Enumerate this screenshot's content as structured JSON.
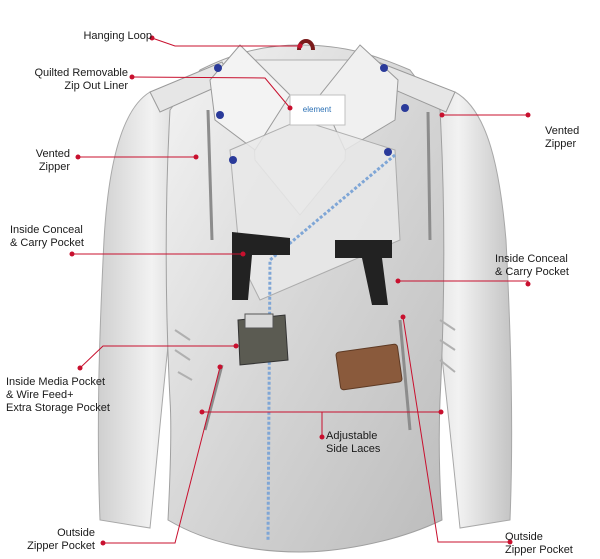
{
  "callouts": {
    "hanging_loop": {
      "lines": [
        "Hanging Loop"
      ]
    },
    "quilted_liner": {
      "lines": [
        "Quilted Removable",
        "Zip Out Liner"
      ]
    },
    "vented_zipper_left": {
      "lines": [
        "Vented",
        "Zipper"
      ]
    },
    "vented_zipper_right": {
      "lines": [
        "Vented",
        "Zipper"
      ]
    },
    "inside_conceal_left": {
      "lines": [
        "Inside Conceal",
        "& Carry Pocket"
      ]
    },
    "inside_conceal_right": {
      "lines": [
        "Inside Conceal",
        "& Carry Pocket"
      ]
    },
    "media_pocket": {
      "lines": [
        "Inside Media Pocket",
        "& Wire Feed+",
        "Extra Storage Pocket"
      ]
    },
    "side_laces": {
      "lines": [
        "Adjustable",
        "Side Laces"
      ]
    },
    "outside_pocket_left": {
      "lines": [
        "Outside",
        "Zipper Pocket"
      ]
    },
    "outside_pocket_right": {
      "lines": [
        "Outside",
        "Zipper Pocket"
      ]
    }
  },
  "brand": {
    "logo_text": "element"
  },
  "colors": {
    "callout_line": "#c8102e",
    "leather": "#d9d9d9",
    "stud": "#2a3a9a",
    "wallet": "#8a5a3c"
  }
}
